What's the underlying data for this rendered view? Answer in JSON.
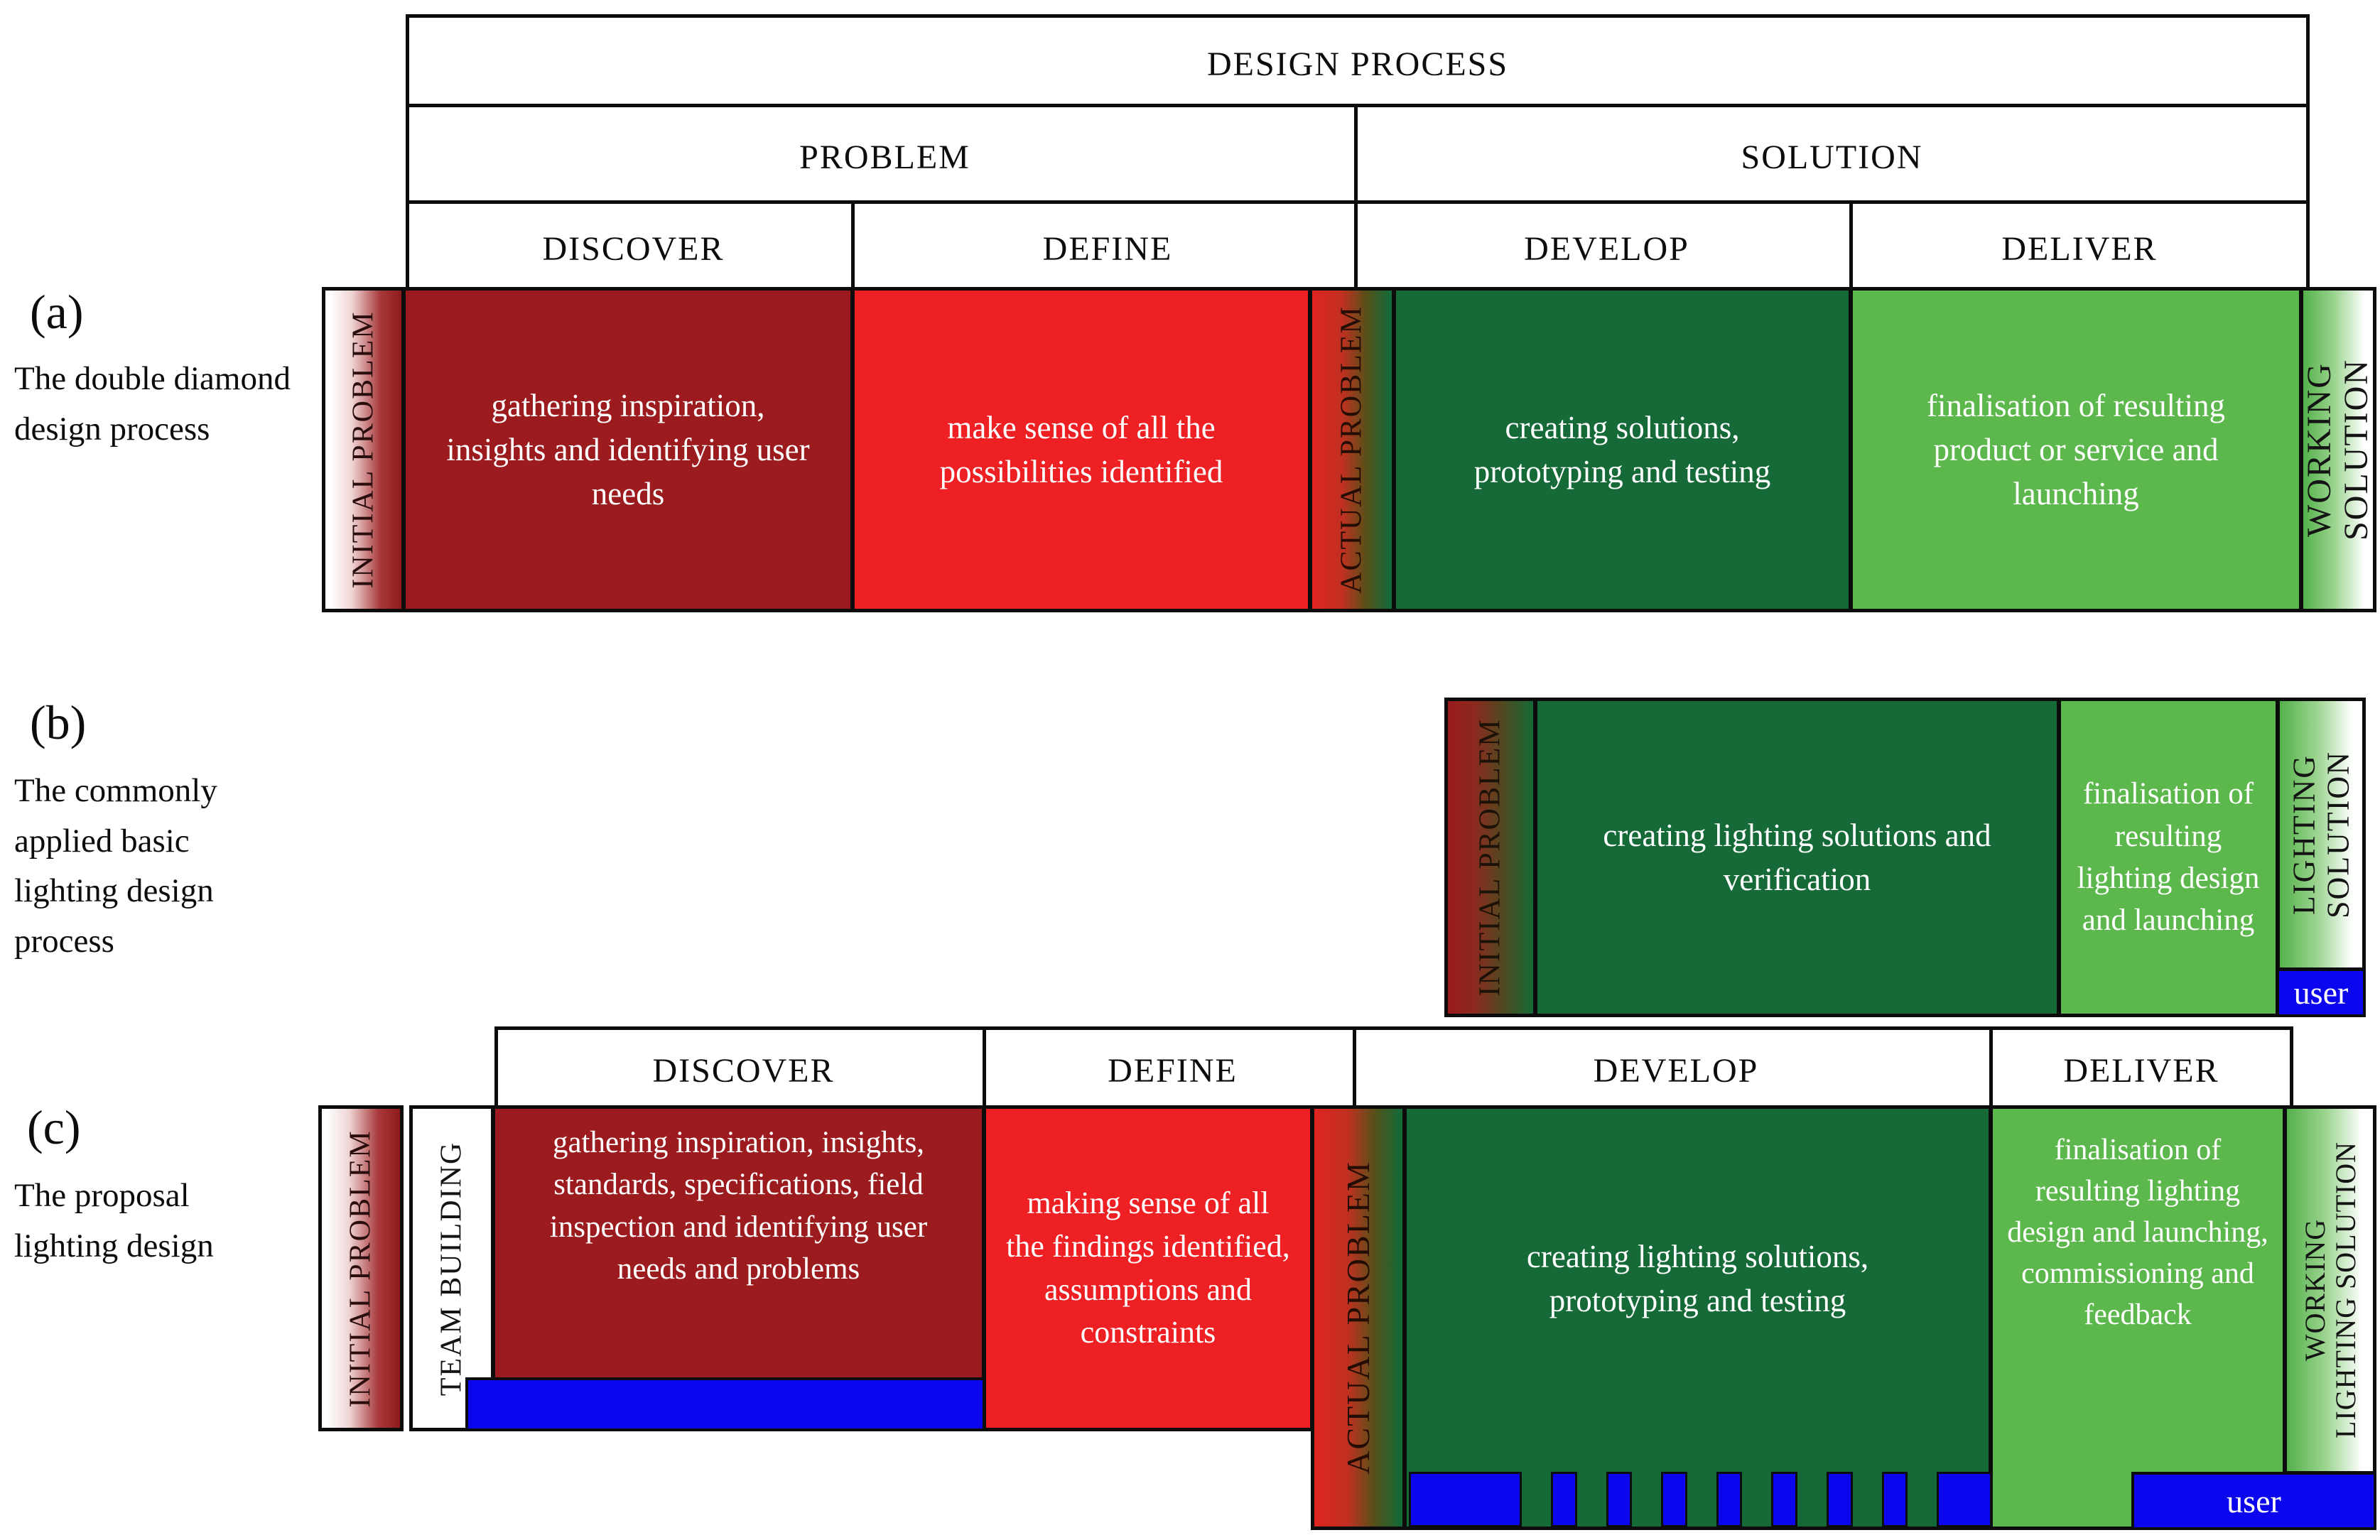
{
  "colors": {
    "dark_red": "#9b1b1e",
    "red": "#ee2024",
    "dark_green": "#156a38",
    "light_green": "#5cb84c",
    "blue": "#0b06ee",
    "line": "#0c0c0c"
  },
  "header": {
    "title": "DESIGN PROCESS",
    "problem_label": "PROBLEM",
    "solution_label": "SOLUTION",
    "phases": [
      "DISCOVER",
      "DEFINE",
      "DEVELOP",
      "DELIVER"
    ]
  },
  "rows": {
    "a": {
      "tag": "(a)",
      "caption": "The double diamond design process",
      "left_strip": "INITIAL PROBLEM",
      "mid_strip": "ACTUAL PROBLEM",
      "right_strip": [
        "WORKING",
        "SOLUTION"
      ],
      "discover": "gathering inspiration, insights and identifying user needs",
      "define": "make sense of all the possibilities identified",
      "develop": "creating solutions, prototyping and testing",
      "deliver": "finalisation of resulting product or service and launching"
    },
    "b": {
      "tag": "(b)",
      "caption": "The commonly applied basic lighting design process",
      "left_strip": "INITIAL PROBLEM",
      "right_strip": [
        "LIGHTING",
        "SOLUTION"
      ],
      "develop": "creating lighting solutions and verification",
      "deliver": "finalisation of resulting lighting design and launching",
      "user_label": "user"
    },
    "c": {
      "tag": "(c)",
      "caption": "The proposal lighting design",
      "phases": [
        "DISCOVER",
        "DEFINE",
        "DEVELOP",
        "DELIVER"
      ],
      "left_strip": "INITIAL PROBLEM",
      "team_strip": "TEAM BUILDING",
      "mid_strip": "ACTUAL PROBLEM",
      "right_strip": [
        "WORKING",
        "LIGHTING SOLUTION"
      ],
      "discover": "gathering inspiration, insights, standards, specifications, field inspection and identifying user needs and problems",
      "define": "making sense of all the findings identified, assumptions and constraints",
      "develop": "creating lighting solutions, prototyping and testing",
      "deliver": "finalisation of resulting lighting design and launching, commissioning and feedback",
      "user_label": "user",
      "comb": {
        "teeth_count": 7
      }
    }
  }
}
